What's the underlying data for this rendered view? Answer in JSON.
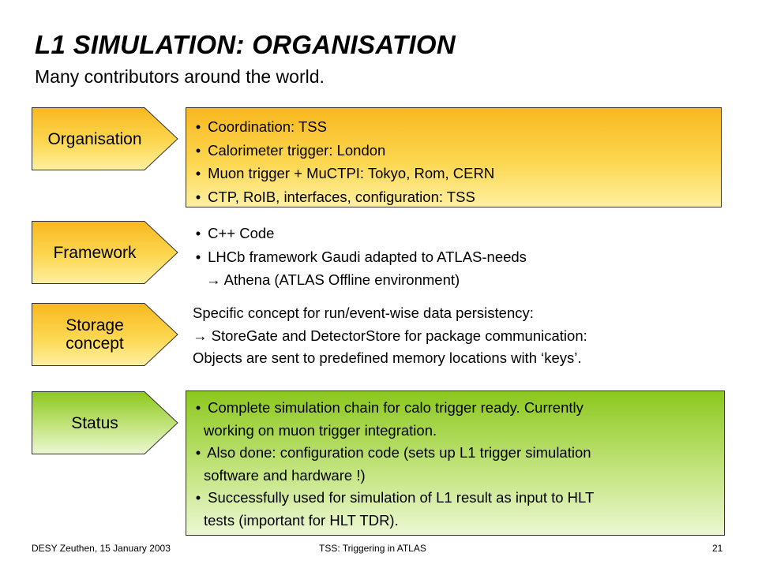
{
  "title": "L1 SIMULATION: ORGANISATION",
  "subtitle": "Many contributors around the world.",
  "sections": {
    "organisation": {
      "label": "Organisation",
      "items": [
        "Coordination: TSS",
        "Calorimeter trigger: London",
        "Muon trigger + MuCTPI: Tokyo, Rom, CERN",
        "CTP, RoIB, interfaces, configuration: TSS"
      ]
    },
    "framework": {
      "label": "Framework",
      "items": [
        "C++ Code",
        "LHCb framework Gaudi adapted to ATLAS-needs"
      ],
      "sub_item": "Athena (ATLAS Offline environment)"
    },
    "storage": {
      "label": "Storage\nconcept",
      "lines": [
        "Specific concept for run/event-wise data persistency:",
        "StoreGate and DetectorStore for package communication:",
        "Objects are sent to predefined memory locations with ‘keys’."
      ]
    },
    "status": {
      "label": "Status",
      "items": [
        {
          "line1": "Complete simulation chain for calo trigger ready. Currently",
          "line2": "working on muon trigger integration."
        },
        {
          "line1": "Also done: configuration code (sets up L1 trigger simulation",
          "line2": "software and hardware !)"
        },
        {
          "line1": "Successfully used for simulation of L1 result as input to HLT",
          "line2": "tests (important for HLT TDR)."
        }
      ]
    }
  },
  "symbols": {
    "bullet": "•",
    "arrow": "→"
  },
  "footer": {
    "left": "DESY Zeuthen, 15 January 2003",
    "center": "TSS: Triggering in ATLAS",
    "page": "21"
  },
  "colors": {
    "orange_top": "#f8b820",
    "orange_bottom": "#fff0a0",
    "green_top": "#8cc81e",
    "green_bottom": "#ecf7d2"
  }
}
